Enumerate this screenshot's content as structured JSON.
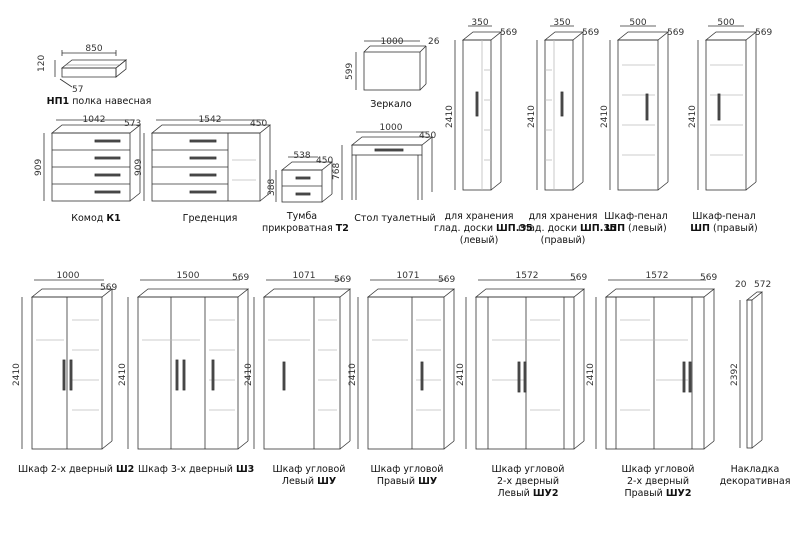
{
  "items": [
    {
      "id": "np1",
      "code": "НП1",
      "name": "полка навесная",
      "w": "850",
      "h": "120",
      "d": "57"
    },
    {
      "id": "mirror",
      "name": "Зеркало",
      "w": "1000",
      "h": "599",
      "d": "26"
    },
    {
      "id": "shp35l",
      "name_lines": [
        "для хранения",
        "глад. доски"
      ],
      "code": "ШП.35",
      "side": "(левый)",
      "w": "350",
      "h": "2410",
      "d": "569"
    },
    {
      "id": "shp35r",
      "name_lines": [
        "для хранения",
        "глад. доски"
      ],
      "code": "ШП.35",
      "side": "(правый)",
      "w": "350",
      "h": "2410",
      "d": "569"
    },
    {
      "id": "shpl",
      "name": "Шкаф-пенал",
      "code": "ШП",
      "side": "(левый)",
      "w": "500",
      "h": "2410",
      "d": "569"
    },
    {
      "id": "shpr",
      "name": "Шкаф-пенал",
      "code": "ШП",
      "side": "(правый)",
      "w": "500",
      "h": "2410",
      "d": "569"
    },
    {
      "id": "k1",
      "name": "Комод",
      "code": "К1",
      "w": "1042",
      "h": "909",
      "d": "573"
    },
    {
      "id": "gred",
      "name": "Греденция",
      "w": "1542",
      "h": "909",
      "d": "450"
    },
    {
      "id": "t2",
      "name_lines": [
        "Тумба",
        "прикроватная"
      ],
      "code": "Т2",
      "w": "538",
      "h": "388",
      "d": "450"
    },
    {
      "id": "stol",
      "name": "Стол туалетный",
      "w": "1000",
      "h": "768",
      "d": "450"
    },
    {
      "id": "sh2",
      "name": "Шкаф 2-х дверный",
      "code": "Ш2",
      "w": "1000",
      "h": "2410",
      "d": "569"
    },
    {
      "id": "sh3",
      "name": "Шкаф 3-х дверный",
      "code": "Ш3",
      "w": "1500",
      "h": "2410",
      "d": "569"
    },
    {
      "id": "shul",
      "name_lines": [
        "Шкаф угловой",
        "Левый"
      ],
      "code": "ШУ",
      "w": "1071",
      "h": "2410",
      "d": "569"
    },
    {
      "id": "shur",
      "name_lines": [
        "Шкаф угловой",
        "Правый"
      ],
      "code": "ШУ",
      "w": "1071",
      "h": "2410",
      "d": "569"
    },
    {
      "id": "shu2l",
      "name_lines": [
        "Шкаф угловой",
        "2-х дверный",
        "Левый"
      ],
      "code": "ШУ2",
      "w": "1572",
      "h": "2410",
      "d": "569"
    },
    {
      "id": "shu2r",
      "name_lines": [
        "Шкаф угловой",
        "2-х дверный",
        "Правый"
      ],
      "code": "ШУ2",
      "w": "1572",
      "h": "2410",
      "d": "569"
    },
    {
      "id": "nakl",
      "name_lines": [
        "Накладка",
        "декоративная"
      ],
      "w": "20",
      "h": "2392",
      "d": "572"
    }
  ]
}
